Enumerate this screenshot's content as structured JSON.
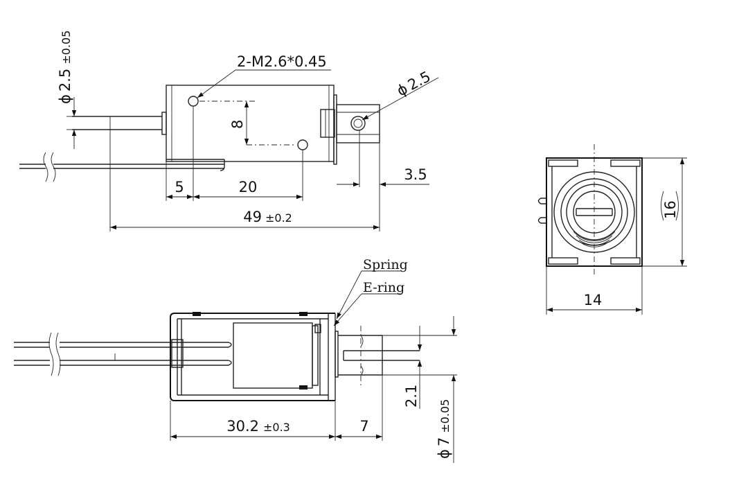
{
  "top_view": {
    "shaft_diameter": "2.5",
    "shaft_diameter_tol": "±0.05",
    "thread_callout": "2-M2.6*0.45",
    "pin_hole_diameter": "2.5",
    "hole_spacing": "8",
    "dim_a": "5",
    "dim_b": "20",
    "dim_c": "3.5",
    "overall_length": "49",
    "overall_length_tol": "±0.2"
  },
  "bottom_view": {
    "label_spring": "Spring",
    "label_ering": "E-ring",
    "body_length": "30.2",
    "body_length_tol": "±0.3",
    "plunger_extension": "7",
    "slot_width": "2.1",
    "plunger_diameter": "7",
    "plunger_diameter_tol": "±0.05"
  },
  "end_view": {
    "height": "16",
    "width": "14"
  },
  "symbols": {
    "diameter": "ϕ"
  }
}
